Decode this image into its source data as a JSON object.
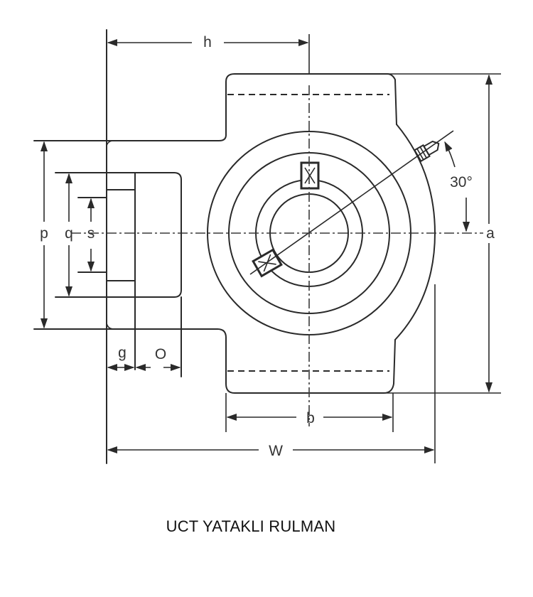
{
  "figure": {
    "title": "UCT YATAKLI RULMAN",
    "dimensions": {
      "h": "h",
      "a": "a",
      "p": "p",
      "q": "q",
      "s": "s",
      "g": "g",
      "o": "O",
      "b": "b",
      "w": "W"
    },
    "angle_label": "30°",
    "colors": {
      "line": "#2a2a2a",
      "background": "#ffffff",
      "text": "#333333"
    }
  }
}
